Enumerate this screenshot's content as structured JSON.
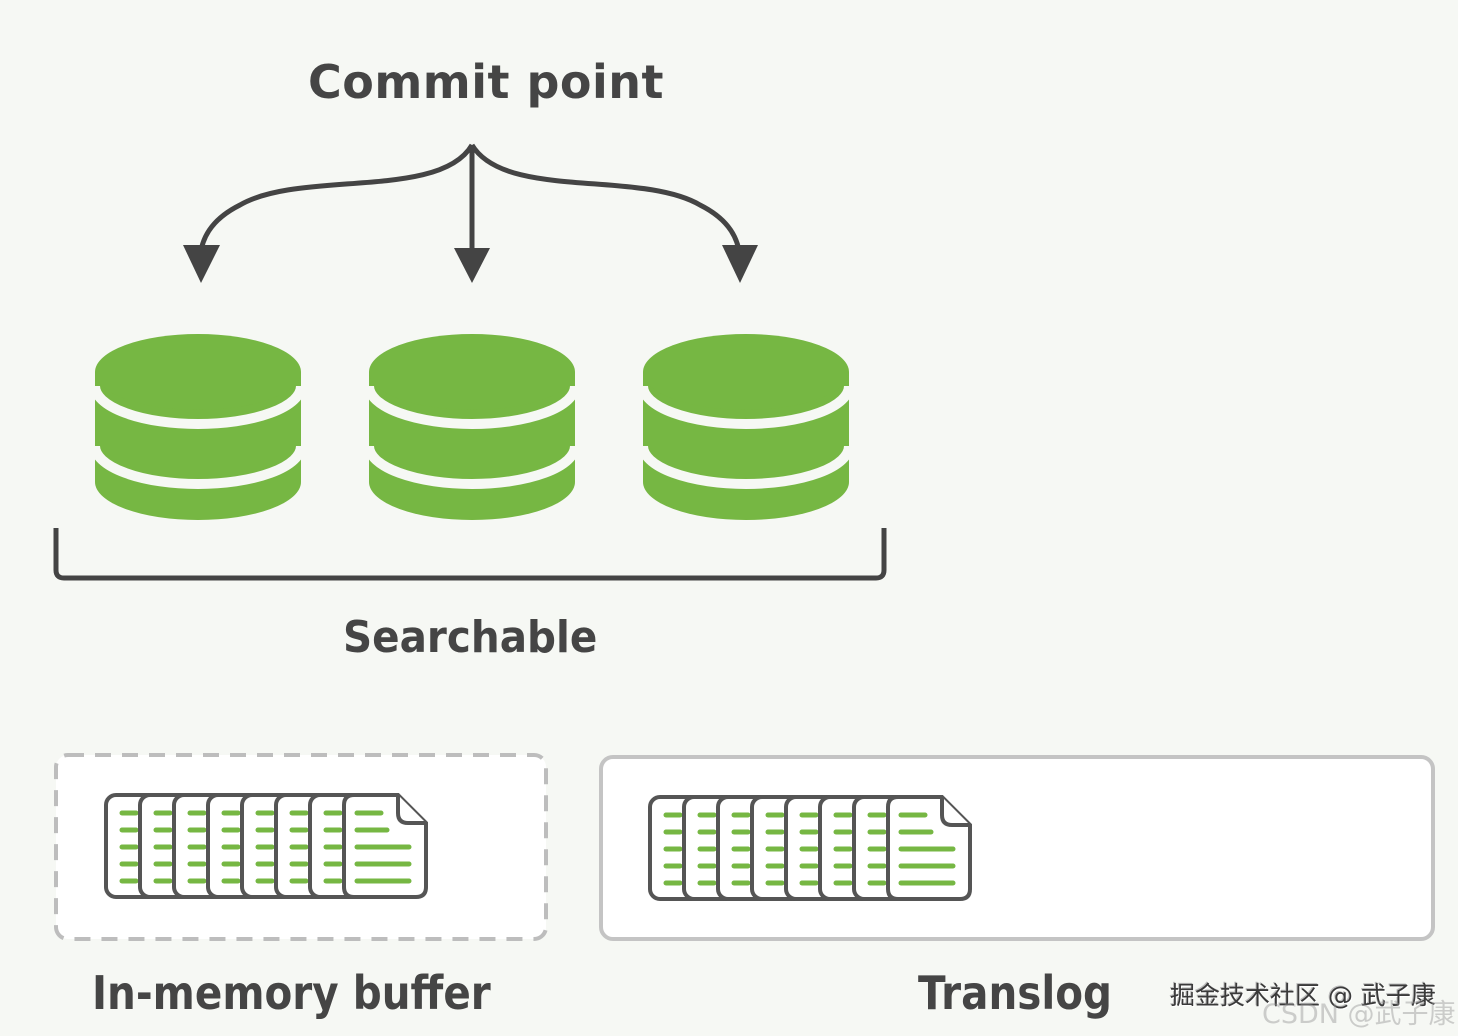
{
  "title": "Commit point",
  "segments": {
    "count": 3,
    "label": "Searchable",
    "color": "#76b743"
  },
  "buffer": {
    "label": "In-memory buffer",
    "document_count": 8,
    "border_style": "dashed"
  },
  "translog": {
    "label": "Translog",
    "document_count": 8,
    "border_style": "solid"
  },
  "colors": {
    "background": "#f6f8f4",
    "green": "#76b743",
    "stroke": "#444444",
    "text": "#454545"
  },
  "watermark": {
    "primary": "掘金技术社区 @ 武子康",
    "secondary": "CSDN @武子康"
  }
}
